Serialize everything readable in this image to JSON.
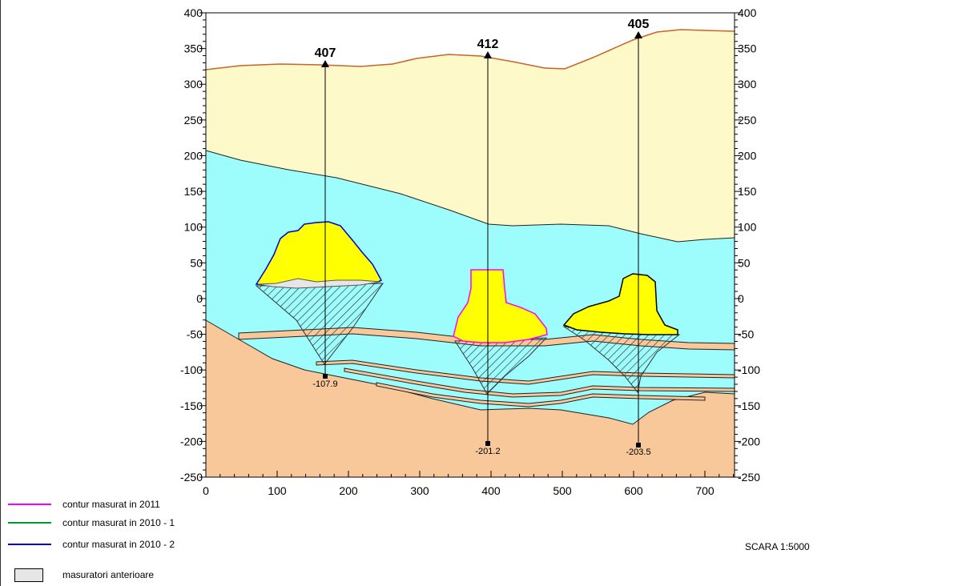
{
  "y_axis": {
    "ticks": [
      "400",
      "350",
      "300",
      "250",
      "200",
      "150",
      "100",
      "50",
      "0",
      "-50",
      "-100",
      "-150",
      "-200",
      "-250"
    ]
  },
  "x_axis": {
    "ticks": [
      "0",
      "100",
      "200",
      "300",
      "400",
      "500",
      "600",
      "700"
    ]
  },
  "boreholes": [
    {
      "id": "407",
      "depth_label": "-107.9"
    },
    {
      "id": "412",
      "depth_label": "-201.2"
    },
    {
      "id": "405",
      "depth_label": "-203.5"
    }
  ],
  "legend": {
    "items": [
      {
        "label": "contur masurat in 2011",
        "color": "#ff00ff"
      },
      {
        "label": "contur masurat in 2010 - 1",
        "color": "#009933"
      },
      {
        "label": "contur masurat in 2010 - 2",
        "color": "#0000dd"
      }
    ],
    "box_label": "masuratori anterioare"
  },
  "scale": "SCARA 1:5000",
  "colors": {
    "top_layer": "#fdf9c9",
    "water_layer": "#9dfcfc",
    "bottom_layer": "#f8c79a",
    "cavity_fill": "#ffff00",
    "surface_line": "#c86428"
  }
}
